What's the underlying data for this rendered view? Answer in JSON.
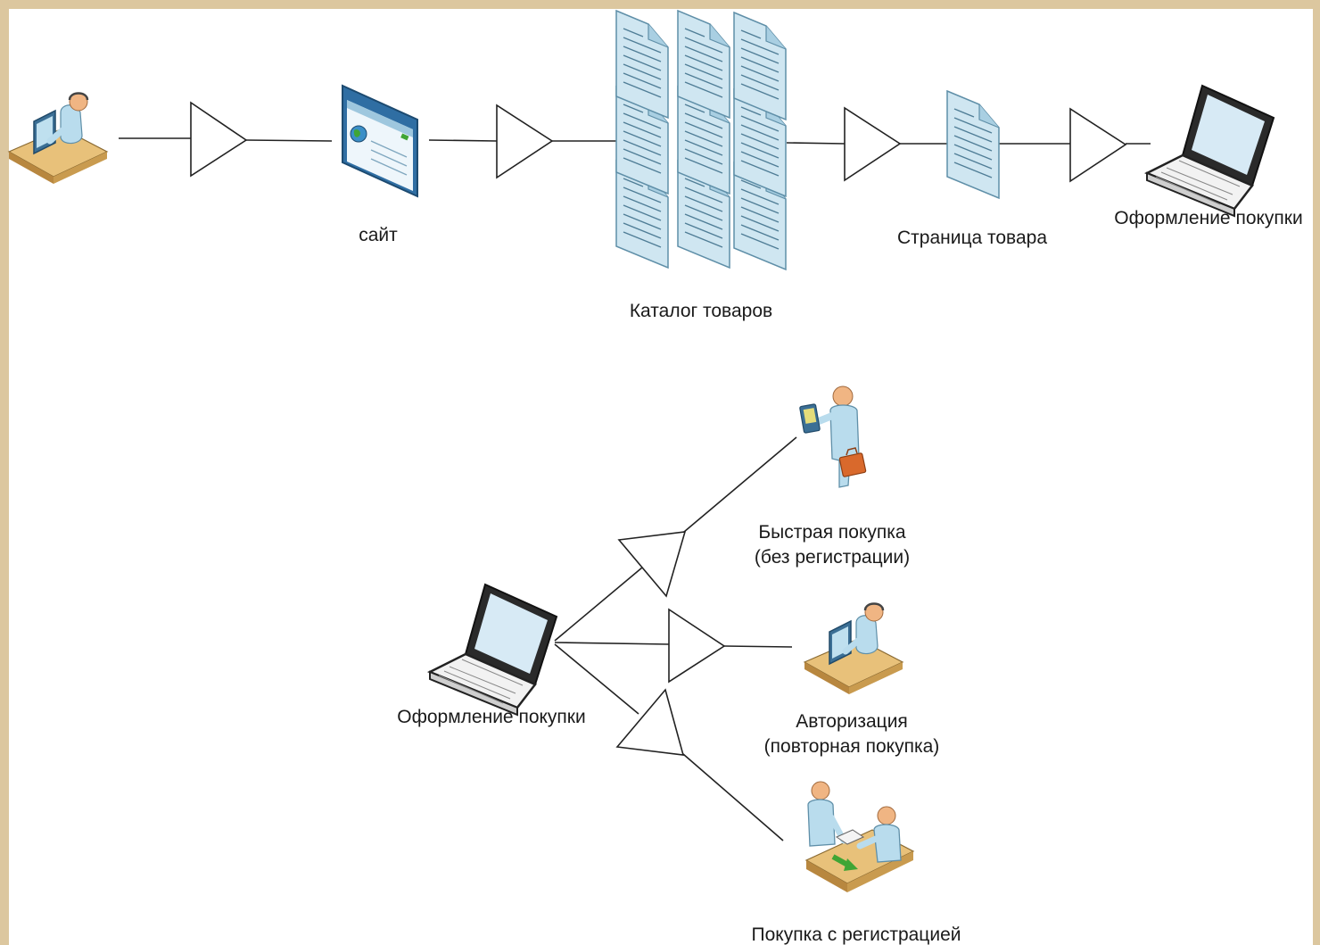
{
  "labels": {
    "site": "сайт",
    "catalog": "Каталог товаров",
    "product_page": "Страница товара",
    "checkout_top": "Оформление покупки",
    "checkout_bottom": "Оформление покупки",
    "quick_purchase_line1": "Быстрая покупка",
    "quick_purchase_line2": "(без регистрации)",
    "authorization_line1": "Авторизация",
    "authorization_line2": "(повторная покупка)",
    "registration_purchase": "Покупка с регистрацией"
  },
  "icons": {
    "user": "user-at-computer-icon",
    "site": "web-browser-icon",
    "catalog": "document-stack-icon",
    "product_page": "document-icon",
    "checkout": "laptop-icon",
    "quick_purchase": "mobile-user-with-briefcase-icon",
    "authorization": "user-at-computer-icon",
    "registration_purchase": "two-users-exchange-icon"
  },
  "colors": {
    "page_border": "#dcc79f",
    "icon_blue": "#b9dced",
    "icon_outline": "#5f8fa8",
    "desk": "#e8c17a",
    "desk_side": "#b8873f",
    "browser_frame": "#2f6ea3",
    "arrow_green": "#3fa535",
    "briefcase": "#d9692c"
  }
}
